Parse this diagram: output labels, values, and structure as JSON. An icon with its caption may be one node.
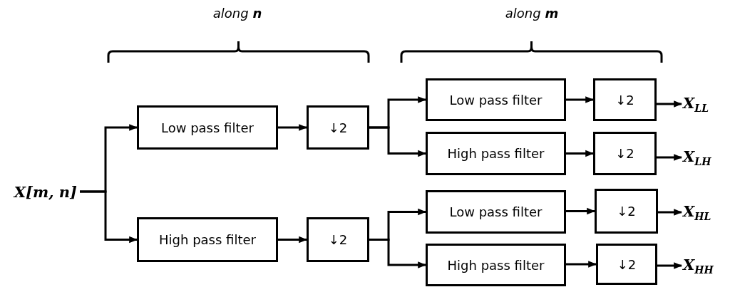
{
  "diagram": {
    "nodes": [
      {
        "text": [
          "X[m, n]"
        ]
      },
      {
        "text": [
          "Low pass filter"
        ]
      },
      {
        "text": [
          "↓2"
        ]
      },
      {
        "text": [
          "High pass filter"
        ]
      },
      {
        "text": [
          "↓2"
        ]
      },
      {
        "text": [
          "Low pass filter"
        ]
      },
      {
        "text": [
          "↓2"
        ]
      },
      {
        "text": [
          "High pass filter"
        ]
      },
      {
        "text": [
          "↓2"
        ]
      },
      {
        "text": [
          "Low pass filter"
        ]
      },
      {
        "text": [
          "↓2"
        ]
      },
      {
        "text": [
          "High pass filter"
        ]
      },
      {
        "text": [
          "↓2"
        ]
      },
      {
        "text": [
          "X$_{LL}$"
        ]
      },
      {
        "text": [
          "X$_{LH}$"
        ]
      },
      {
        "text": [
          "X$_{HL}$"
        ]
      },
      {
        "text": [
          "X$_{HH}$"
        ]
      }
    ],
    "edges": [
      {
        "from": 0,
        "to": 1,
        "arrow": "to"
      },
      {
        "from": 0,
        "to": 3,
        "arrow": "to"
      },
      {
        "from": 1,
        "to": 2,
        "arrow": "to"
      },
      {
        "from": 3,
        "to": 4,
        "arrow": "to"
      },
      {
        "from": 2,
        "to": 5,
        "arrow": "to"
      },
      {
        "from": 2,
        "to": 7,
        "arrow": "to"
      },
      {
        "from": 4,
        "to": 9,
        "arrow": "to"
      },
      {
        "from": 4,
        "to": 11,
        "arrow": "to"
      },
      {
        "from": 5,
        "to": 6,
        "arrow": "to"
      },
      {
        "from": 7,
        "to": 8,
        "arrow": "to"
      },
      {
        "from": 9,
        "to": 10,
        "arrow": "to"
      },
      {
        "from": 11,
        "to": 12,
        "arrow": "to"
      },
      {
        "from": 6,
        "to": 13,
        "arrow": "to"
      },
      {
        "from": 8,
        "to": 14,
        "arrow": "to"
      },
      {
        "from": 10,
        "to": 15,
        "arrow": "to"
      },
      {
        "from": 12,
        "to": 16,
        "arrow": "to"
      }
    ],
    "labels": [
      "along **n**",
      "along **m**"
    ]
  }
}
